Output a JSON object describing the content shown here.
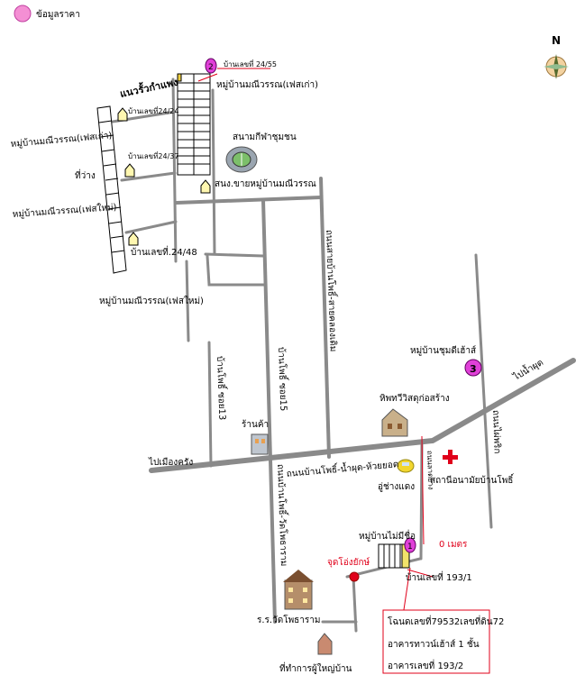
{
  "legend": {
    "label": "ข้อมูลราคา",
    "color": "#f48fd4"
  },
  "compass": {
    "label": "N"
  },
  "markers": [
    {
      "number": "2",
      "color": "#e040d8"
    },
    {
      "number": "3",
      "color": "#e040d8"
    },
    {
      "number": "1",
      "color": "#e040d8"
    }
  ],
  "labels": {
    "house_24_55": "บ้านเลขที่ 24/55",
    "village_old_top": "หมู่บ้านมณีวรรณ(เฟสเก่า)",
    "wall": "แนวรั้วกำแพง",
    "house_24_24": "บ้านเลขที่24/24",
    "village_old_left": "หมู่บ้านมณีวรรณ(เฟสเก่า)",
    "house_24_37": "บ้านเลขที่24/37",
    "vacant": "ที่ว่าง",
    "village_new_left": "หมู่บ้านมณีวรรณ(เฟสใหม่)",
    "house_24_48": "บ้านเลขที่.24/48",
    "village_new_bottom": "หมู่บ้านมณีวรรณ(เฟสใหม่)",
    "stadium": "สนามกีฬาชุมชน",
    "sales_office": "สนง.ขายหมู่บ้านมณีวรรณ",
    "road_nampho_saikhlong": "ถนนสายบ้านโพธิ์-สายคลองเดิม",
    "soi13": "บ้านโพธิ์ ซอย13",
    "soi15": "บ้านโพธิ์ ซอย15",
    "store": "ร้านค้า",
    "to_muangkrang": "ไปเมืองครัง",
    "main_road": "ถนนบ้านโพธิ์-น้ำผุด-ห้วยยอด",
    "to_nampud": "ไปน้ำผุด",
    "village_chumdi": "หมู่บ้านชุมดีเฮ้าส์",
    "hiptawee": "หิพทวีวิสดุก่อสร้าง",
    "garage": "อู่ช่างแดง",
    "health_center": "สถานีอนามัยบ้านโพธิ์",
    "road_maiphrik": "ถนนไผ่พริก",
    "road_wat": "ถนนบ้านโพธิ์-วัดโพธาราม",
    "village_nameless": "หมู่บ้านไม่มีชื่อ",
    "zero_meter": "0 เมตร",
    "road_vertical_small": "ถนนลาดยาง",
    "landmark": "จุดโอ่งยักษ์",
    "house_193_1": "บ้านเลขที่ 193/1",
    "school": "ร.ร.วัดโพธาราม",
    "headman_office": "ที่ทำการผู้ใหญ่บ้าน"
  },
  "info_box": {
    "line1": "โฉนดเลขที่79532เลขที่ดิน72",
    "line2": "อาคารทาวน์เฮ้าส์ 1 ชั้น",
    "line3": "อาคารเลขที่ 193/2"
  }
}
